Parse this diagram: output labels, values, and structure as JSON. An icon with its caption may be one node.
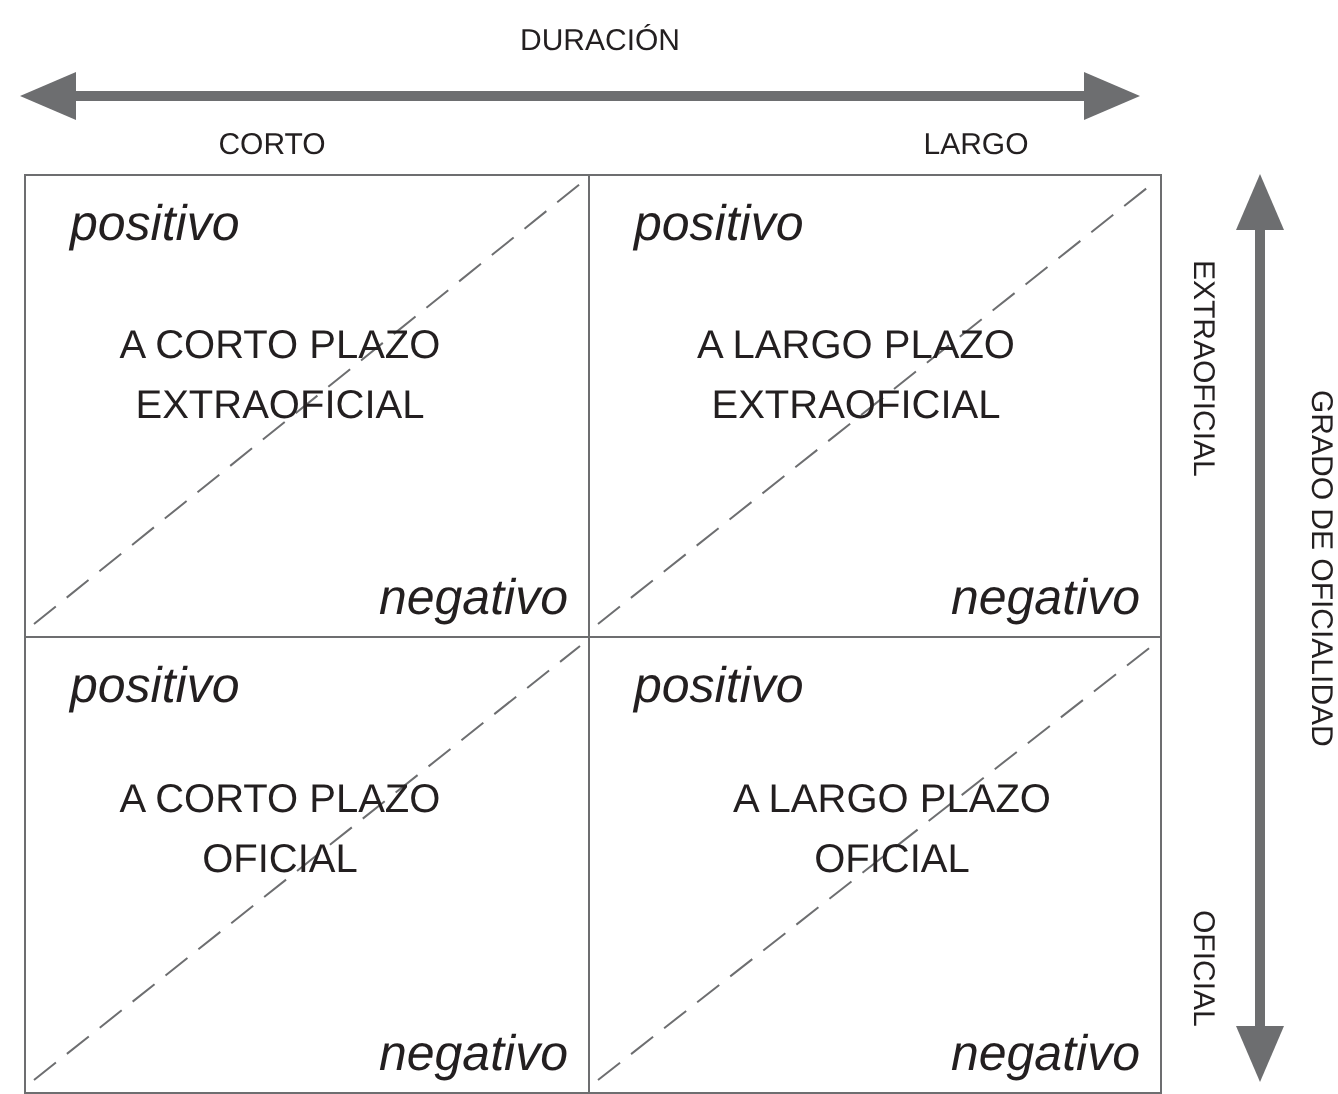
{
  "diagram": {
    "nodes": [
      {
        "text": [
          "positivo",
          "A CORTO PLAZO EXTRAOFICIAL",
          "negativo"
        ]
      },
      {
        "text": [
          "positivo",
          "A LARGO PLAZO EXTRAOFICIAL",
          "negativo"
        ]
      },
      {
        "text": [
          "positivo",
          "A CORTO PLAZO OFICIAL",
          "negativo"
        ]
      },
      {
        "text": [
          "positivo",
          "A LARGO PLAZO OFICIAL",
          "negativo"
        ]
      }
    ],
    "labels": [
      "DURACIÓN",
      "CORTO",
      "LARGO",
      "EXTRAOFICIAL",
      "GRADO DE OFICIALIDAD",
      "OFICIAL"
    ]
  }
}
